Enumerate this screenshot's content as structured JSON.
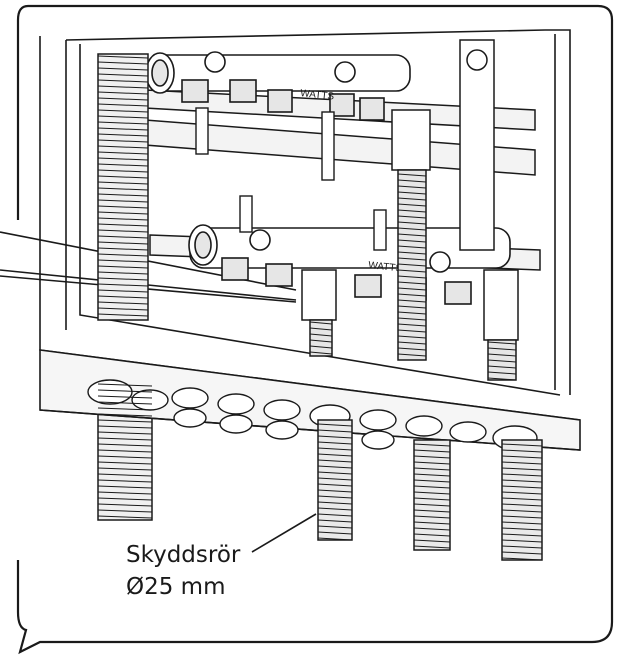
{
  "callout": {
    "line1": "Skyddsrör",
    "line2": "Ø25 mm"
  },
  "manifold_brand": "WATTS",
  "colors": {
    "stroke": "#1a1a1a",
    "background": "#ffffff",
    "shade": "#e6e6e6"
  }
}
